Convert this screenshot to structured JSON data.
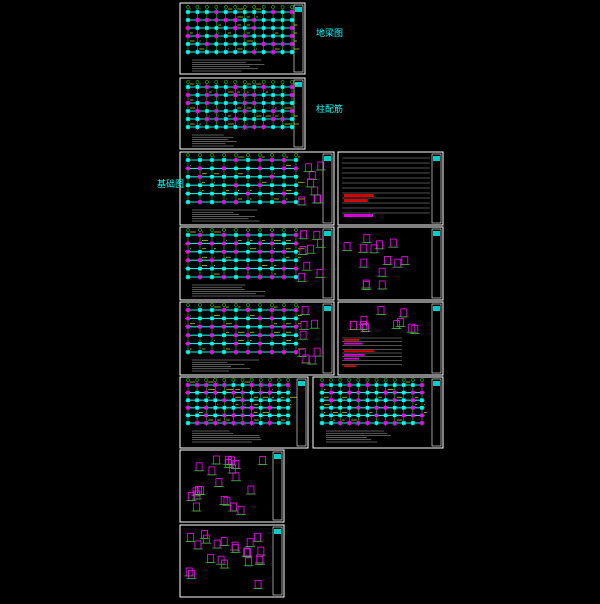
{
  "labels": {
    "sheet1": "地梁图",
    "sheet2": "柱配筋",
    "sheet3": "基础图"
  },
  "colors": {
    "background": "#000000",
    "frame": "#ffffff",
    "grid": "#00ff00",
    "beam": "#00ffff",
    "rebar": "#ff00ff",
    "note": "#ffff00",
    "hatch": "#ff0000",
    "label": "#00ffff"
  }
}
